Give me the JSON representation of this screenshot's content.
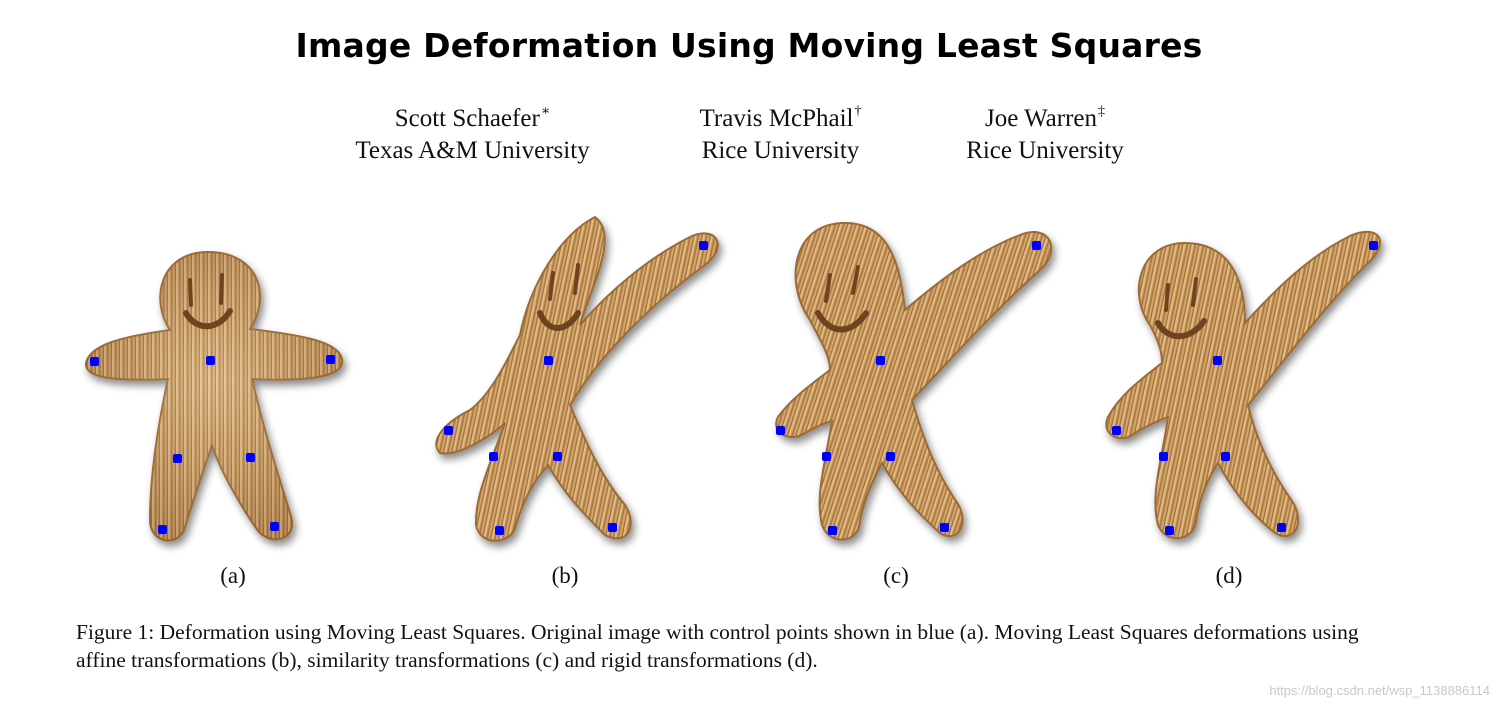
{
  "title": "Image Deformation Using Moving Least Squares",
  "authors": [
    {
      "name": "Scott Schaefer",
      "mark": "∗",
      "affiliation": "Texas A&M University"
    },
    {
      "name": "Travis McPhail",
      "mark": "†",
      "affiliation": "Rice University"
    },
    {
      "name": "Joe Warren",
      "mark": "‡",
      "affiliation": "Rice University"
    }
  ],
  "figure": {
    "panels": [
      {
        "label": "(a)"
      },
      {
        "label": "(b)"
      },
      {
        "label": "(c)"
      },
      {
        "label": "(d)"
      }
    ],
    "control_point_color": "#0000ff",
    "texture_colors": {
      "light": "#d9b27a",
      "mid": "#c28f52",
      "dark": "#8a5a2b"
    }
  },
  "caption": "Figure 1: Deformation using Moving Least Squares. Original image with control points shown in blue (a). Moving Least Squares deformations using affine transformations (b), similarity transformations (c) and rigid transformations (d).",
  "watermark": "https://blog.csdn.net/wsp_1138886114"
}
